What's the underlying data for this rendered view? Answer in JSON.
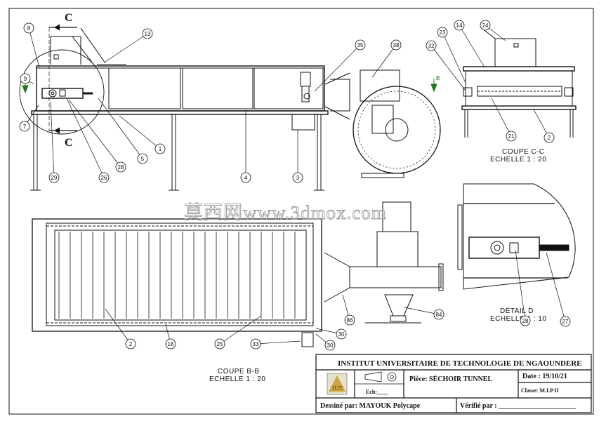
{
  "views": {
    "section_c_label": "C",
    "coupe_cc": {
      "title": "COUPE C-C",
      "scale": "ECHELLE 1 : 20"
    },
    "coupe_bb": {
      "title": "COUPE B-B",
      "scale": "ECHELLE 1 : 20"
    },
    "detail_d": {
      "title": "DÉTAIL D",
      "scale": "ECHELLE 1 : 10"
    },
    "section_b_label": "B"
  },
  "balloons": {
    "elevation": [
      "8",
      "13",
      "7",
      "9",
      "29",
      "26",
      "28",
      "5",
      "1",
      "4",
      "3",
      "35",
      "38"
    ],
    "coupe_cc": [
      "23",
      "14",
      "32",
      "24",
      "21",
      "2"
    ],
    "plan": [
      "2",
      "18",
      "25",
      "33",
      "30",
      "30",
      "86",
      "84"
    ],
    "detail": [
      "28",
      "27"
    ]
  },
  "watermark": "莫西网www.3dmox.com",
  "title_block": {
    "institute": "INSTITUT UNIVERSITAIRE DE TECHNOLOGIE DE NGAOUNDERE",
    "piece": "Pièce: SÉCHOIR TUNNEL",
    "date": "Date : 19/10/21",
    "classe": "Classe: M.I.P II",
    "ech": "Ech:____",
    "dessine": "Dessiné par: MAYOUK Polycape",
    "verifie": "Vérifié par : ______________________"
  },
  "colors": {
    "line": "#111111",
    "section_marker": "#1a7a1a",
    "watermark": "#9a9a9a"
  }
}
